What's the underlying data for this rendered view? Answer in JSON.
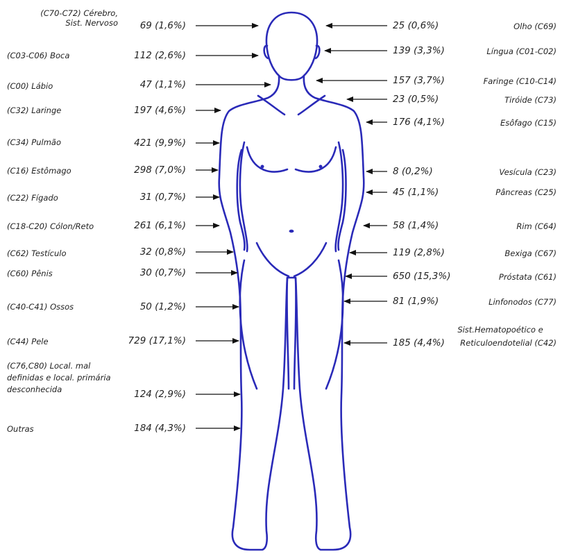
{
  "colors": {
    "outline": "#2a2ab8",
    "text": "#222222",
    "arrow": "#111111"
  },
  "left": [
    {
      "label": "(C70-C72) Cérebro,",
      "label2": "Sist. Nervoso",
      "value": "69 (1,6%)"
    },
    {
      "label": "(C03-C06) Boca",
      "value": "112 (2,6%)"
    },
    {
      "label": "(C00) Lábio",
      "value": "47 (1,1%)"
    },
    {
      "label": "(C32) Laringe",
      "value": "197 (4,6%)"
    },
    {
      "label": "(C34) Pulmão",
      "value": "421 (9,9%)"
    },
    {
      "label": "(C16) Estômago",
      "value": "298 (7,0%)"
    },
    {
      "label": "(C22) Fígado",
      "value": "31 (0,7%)"
    },
    {
      "label": "(C18-C20) Cólon/Reto",
      "value": "261 (6,1%)"
    },
    {
      "label": "(C62) Testículo",
      "value": "32 (0,8%)"
    },
    {
      "label": "(C60) Pênis",
      "value": "30 (0,7%)"
    },
    {
      "label": "(C40-C41) Ossos",
      "value": "50 (1,2%)"
    },
    {
      "label": "(C44) Pele",
      "value": "729 (17,1%)"
    },
    {
      "label": "(C76,C80) Local. mal",
      "label2": "definidas e local. primária",
      "label3": "desconhecida",
      "value": "124 (2,9%)"
    },
    {
      "label": "Outras",
      "value": "184 (4,3%)"
    }
  ],
  "right": [
    {
      "label": "Olho (C69)",
      "value": "25 (0,6%)"
    },
    {
      "label": "Língua (C01-C02)",
      "value": "139 (3,3%)"
    },
    {
      "label": "Faringe (C10-C14)",
      "value": "157 (3,7%)"
    },
    {
      "label": "Tiróide (C73)",
      "value": "23 (0,5%)"
    },
    {
      "label": "Esôfago (C15)",
      "value": "176 (4,1%)"
    },
    {
      "label": "Vesícula (C23)",
      "value": "8 (0,2%)"
    },
    {
      "label": "Pâncreas (C25)",
      "value": "45 (1,1%)"
    },
    {
      "label": "Rim (C64)",
      "value": "58 (1,4%)"
    },
    {
      "label": "Bexiga (C67)",
      "value": "119 (2,8%)"
    },
    {
      "label": "Próstata (C61)",
      "value": "650 (15,3%)"
    },
    {
      "label": "Linfonodos (C77)",
      "value": "81 (1,9%)"
    },
    {
      "label": "Sist.Hematopoético e",
      "label2": "Reticuloendotelial (C42)",
      "value": "185 (4,4%)"
    }
  ]
}
